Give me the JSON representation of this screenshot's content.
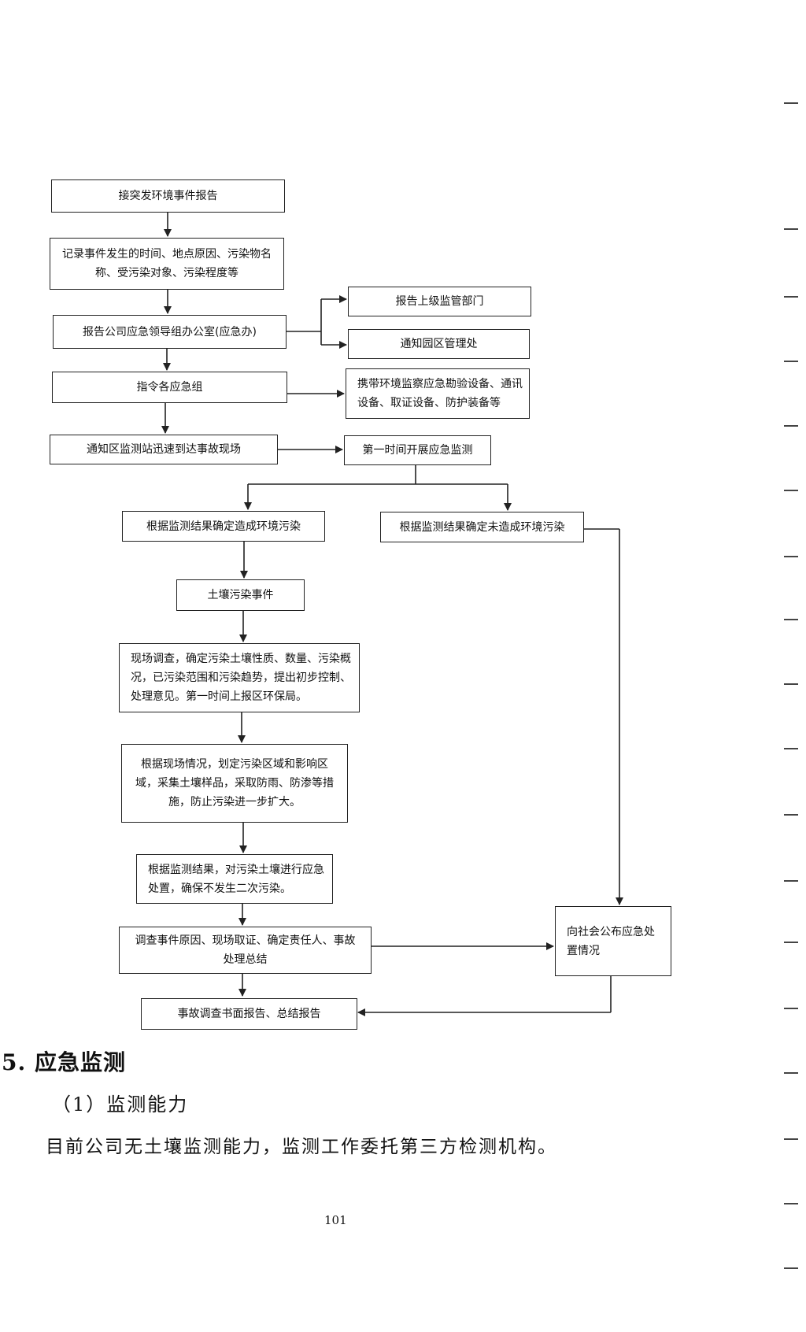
{
  "flowchart": {
    "receive_report": "接突发环境事件报告",
    "record_event": "记录事件发生的时间、地点原因、污染物名称、受污染对象、污染程度等",
    "report_office": "报告公司应急领导组办公室(应急办)",
    "report_superior": "报告上级监管部门",
    "notify_park": "通知园区管理处",
    "command_groups": "指令各应急组",
    "carry_equipment": "携带环境监察应急勘验设备、通讯设备、取证设备、防护装备等",
    "notify_station": "通知区监测站迅速到达事故现场",
    "start_monitoring": "第一时间开展应急监测",
    "polluted": "根据监测结果确定造成环境污染",
    "not_polluted": "根据监测结果确定未造成环境污染",
    "soil_event": "土壤污染事件",
    "site_survey": "现场调查，确定污染土壤性质、数量、污染概况，已污染范围和污染趋势，提出初步控制、处理意见。第一时间上报区环保局。",
    "zone_sampling": "根据现场情况，划定污染区域和影响区域，采集土壤样品，采取防雨、防渗等措施，防止污染进一步扩大。",
    "emergency_disposal": "根据监测结果，对污染土壤进行应急处置，确保不发生二次污染。",
    "investigate": "调查事件原因、现场取证、确定责任人、事故处理总结",
    "publish": "向社会公布应急处置情况",
    "final_report": "事故调查书面报告、总结报告"
  },
  "section": {
    "heading": "5. 应急监测",
    "subheading": "（1）监测能力",
    "paragraph": "目前公司无土壤监测能力，监测工作委托第三方检测机构。"
  },
  "page_number": "101"
}
